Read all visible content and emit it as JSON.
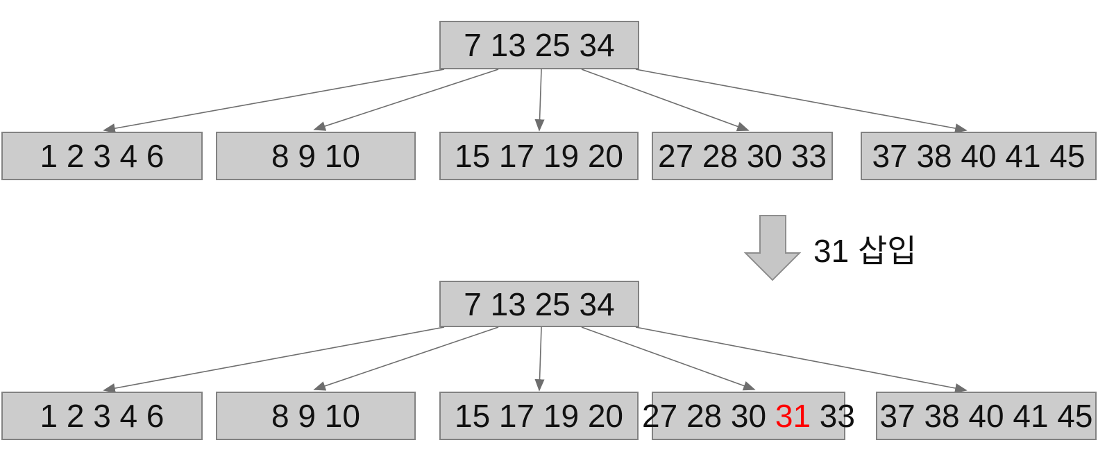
{
  "diagram_type": "b-tree-insertion",
  "colors": {
    "node_fill": "#cccccc",
    "node_border": "#828282",
    "edge": "#6e6e6e",
    "highlight_red": "#ff0000",
    "arrow_fill": "#c6c6c6",
    "arrow_border": "#8e8e8e",
    "text": "#111111",
    "bg": "#ffffff"
  },
  "tree_before": {
    "root": "7 13 25 34",
    "leaves": [
      "1 2 3 4 6",
      "8 9 10",
      "15 17 19 20",
      "27 28 30 33",
      "37 38 40 41 45"
    ]
  },
  "transition": {
    "label": "31 삽입",
    "arrow_icon": "big-down-arrow"
  },
  "tree_after": {
    "root": "7 13 25 34",
    "leaves": [
      "1 2 3 4 6",
      "8 9 10",
      "15 17 19 20",
      "27 28 30 31 33",
      "37 38 40 41 45"
    ],
    "leaf4_parts": {
      "prefix": "27 28 30 ",
      "highlight": "31",
      "suffix": " 33"
    }
  }
}
